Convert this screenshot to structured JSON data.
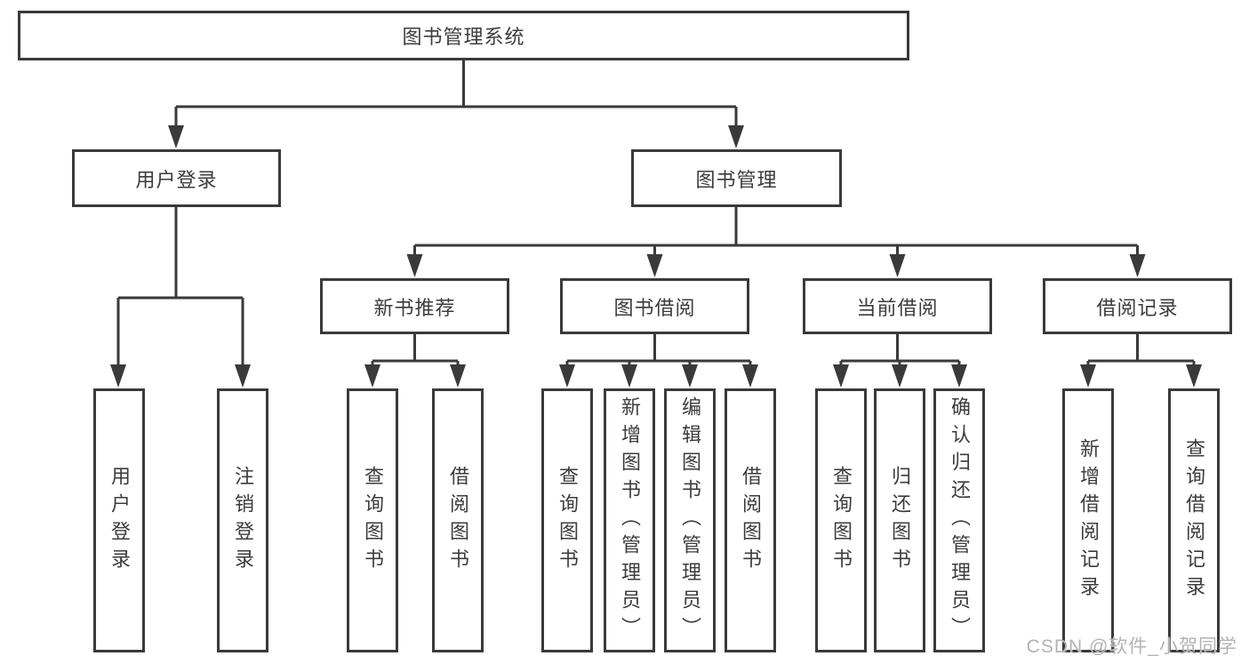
{
  "root": {
    "label": "图书管理系统"
  },
  "level2": [
    {
      "label": "用户登录"
    },
    {
      "label": "图书管理"
    }
  ],
  "level3": [
    {
      "label": "新书推荐"
    },
    {
      "label": "图书借阅"
    },
    {
      "label": "当前借阅"
    },
    {
      "label": "借阅记录"
    }
  ],
  "leaves": [
    {
      "label": "用户登录"
    },
    {
      "label": "注销登录"
    },
    {
      "label": "查询图书"
    },
    {
      "label": "借阅图书"
    },
    {
      "label": "查询图书"
    },
    {
      "label": "新增图书（管理员）"
    },
    {
      "label": "编辑图书（管理员）"
    },
    {
      "label": "借阅图书"
    },
    {
      "label": "查询图书"
    },
    {
      "label": "归还图书"
    },
    {
      "label": "确认归还（管理员）"
    },
    {
      "label": "新增借阅记录"
    },
    {
      "label": "查询借阅记录"
    }
  ],
  "watermark": "CSDN @软件_小贺同学",
  "colors": {
    "line": "#3a3a3a",
    "text": "#3c3c3c",
    "box_bg": "#ffffff",
    "watermark": "#b3b3b3"
  }
}
